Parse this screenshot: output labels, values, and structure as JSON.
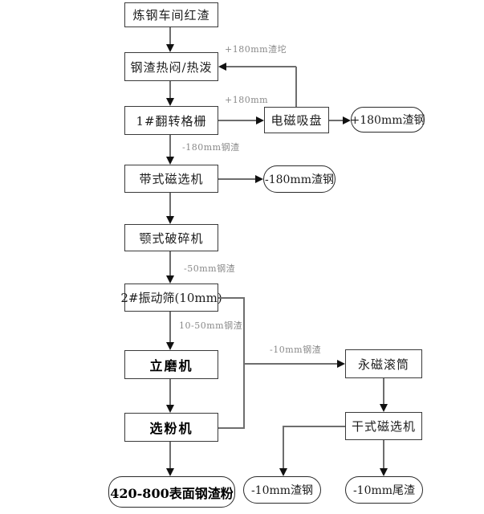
{
  "diagram": {
    "nodes": {
      "red_slag": "炼钢车间红渣",
      "hot_treatment": "钢渣热闷/热泼",
      "flip_grid": "1#翻转格栅",
      "magnet": "电磁吸盘",
      "p180_steel": "+180mm渣钢",
      "belt_separator": "带式磁选机",
      "m180_steel": "-180mm渣钢",
      "jaw_crusher": "颚式破碎机",
      "vibrating_screen": "2#振动筛(10mm)",
      "vertical_mill": "立磨机",
      "powder_classifier": "选粉机",
      "product": "420-800表面钢渣粉",
      "magnet_drum": "永磁滚筒",
      "dry_separator": "干式磁选机",
      "m10_steel": "-10mm渣钢",
      "m10_tailings": "-10mm尾渣"
    },
    "edge_labels": {
      "p180_lump": "+180mm渣坨",
      "p180": "+180mm",
      "m180_slag": "-180mm钢渣",
      "m50_slag": "-50mm钢渣",
      "r10_50_slag": "10-50mm钢渣",
      "m10_slag": "-10mm钢渣"
    },
    "colors": {
      "background": "#ffffff",
      "node_border": "#3a3a3a",
      "line": "#6e6e6e",
      "arrowhead": "#111111",
      "edge_label_text": "#8a8a8a"
    }
  }
}
